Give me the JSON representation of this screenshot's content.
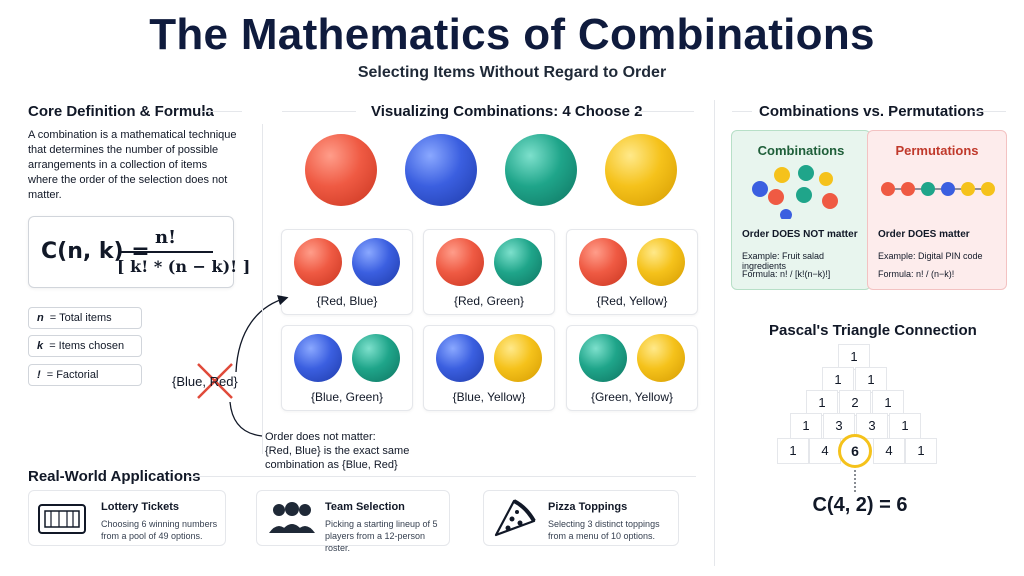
{
  "header": {
    "title": "The Mathematics of Combinations",
    "subtitle": "Selecting Items Without Regard to Order"
  },
  "definition": {
    "heading": "Core Definition & Formula",
    "text": "A combination is a mathematical technique that determines the number of possible arrangements in a collection of items where the order of the selection does not matter.",
    "formula_lhs": "C(n, k) =",
    "formula_num": "n!",
    "formula_den": "[ k! * (n − k)! ]",
    "vars": [
      {
        "sym": "n",
        "desc": "= Total items"
      },
      {
        "sym": "k",
        "desc": "= Items chosen"
      },
      {
        "sym": "!",
        "desc": "= Factorial"
      }
    ]
  },
  "visual": {
    "heading": "Visualizing Combinations: 4 Choose 2",
    "pairs": [
      "{Red, Blue}",
      "{Red, Green}",
      "{Red, Yellow}",
      "{Blue, Green}",
      "{Blue, Yellow}",
      "{Green, Yellow}"
    ],
    "crossed": "{Blue, Red}",
    "note_line1": "Order does not matter:",
    "note_line2": "{Red, Blue} is the exact same",
    "note_line3": "combination as {Blue, Red}"
  },
  "applications": {
    "heading": "Real-World Applications",
    "items": [
      {
        "title": "Lottery Tickets",
        "desc1": "Choosing 6 winning numbers",
        "desc2": "from a pool of 49 options.",
        "icon": "ticket-icon"
      },
      {
        "title": "Team Selection",
        "desc1": "Picking a starting lineup of 5",
        "desc2": "players from a 12-person roster.",
        "icon": "team-icon"
      },
      {
        "title": "Pizza Toppings",
        "desc1": "Selecting 3 distinct toppings",
        "desc2": "from a menu of 10 options.",
        "icon": "pizza-icon"
      }
    ]
  },
  "comparison": {
    "heading": "Combinations vs. Permutations",
    "combinations": {
      "title": "Combinations",
      "rule": "Order DOES NOT matter",
      "example": "Example: Fruit salad ingredients",
      "formula": "Formula: n! / [k!(n−k)!]"
    },
    "permutations": {
      "title": "Permutations",
      "rule": "Order DOES matter",
      "example": "Example: Digital PIN code",
      "formula": "Formula: n! / (n−k)!"
    },
    "colors": {
      "combo_bg": "#e8f5ee",
      "combo_border": "#b7dfc7",
      "combo_title": "#1f5f3a",
      "perm_bg": "#fdecec",
      "perm_border": "#f3c2c2",
      "perm_title": "#c0392b"
    }
  },
  "pascal": {
    "heading": "Pascal's Triangle Connection",
    "rows": [
      [
        "1"
      ],
      [
        "1",
        "1"
      ],
      [
        "1",
        "2",
        "1"
      ],
      [
        "1",
        "3",
        "3",
        "1"
      ],
      [
        "1",
        "4",
        "6",
        "4",
        "1"
      ]
    ],
    "result": "C(4, 2) = 6"
  }
}
